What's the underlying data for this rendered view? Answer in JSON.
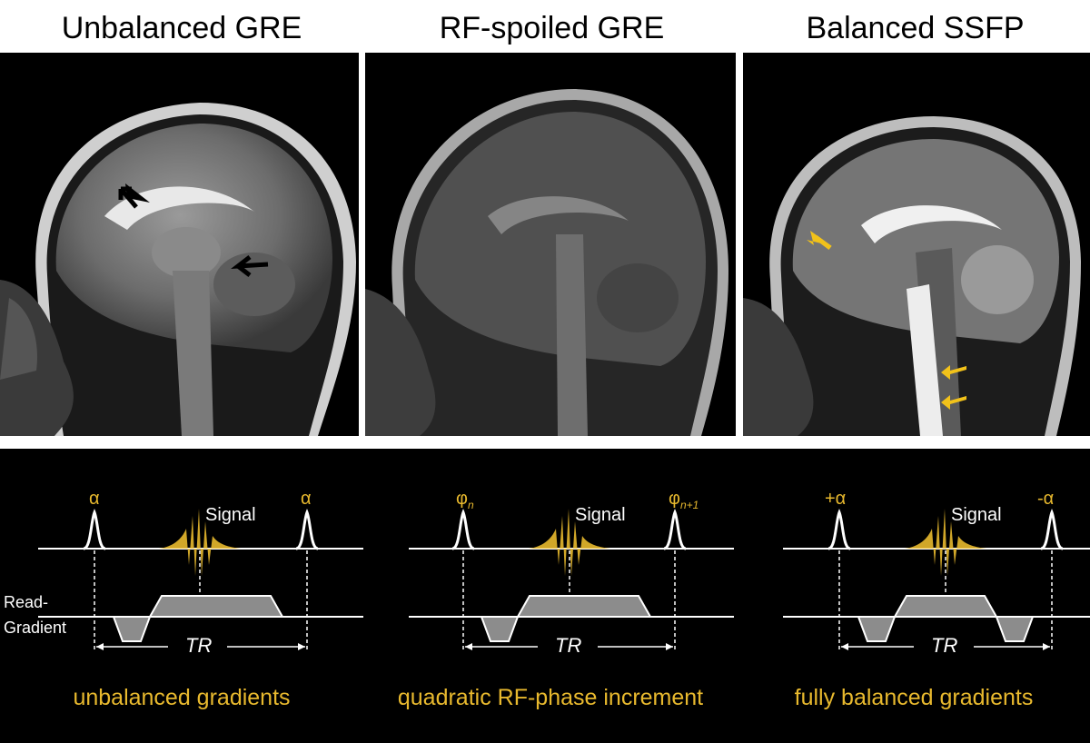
{
  "columns": [
    {
      "title": "Unbalanced GRE",
      "caption": "unbalanced gradients",
      "pulse_left": "α",
      "pulse_right": "α",
      "signal": "Signal",
      "tr": "TR"
    },
    {
      "title": "RF-spoiled GRE",
      "caption": "quadratic RF-phase increment",
      "pulse_left": "φ",
      "pulse_left_sub": "n",
      "pulse_right": "φ",
      "pulse_right_sub": "n+1",
      "signal": "Signal",
      "tr": "TR"
    },
    {
      "title": "Balanced SSFP",
      "caption": "fully balanced gradients",
      "pulse_left": "+α",
      "pulse_right": "-α",
      "signal": "Signal",
      "tr": "TR"
    }
  ],
  "gradient_label_1": "Read-",
  "gradient_label_2": "Gradient",
  "colors": {
    "accent": "#e8b92e",
    "arrow_black": "#000000",
    "arrow_yellow": "#f2c21a",
    "panel_bg": "#000000",
    "gradient_fill": "#8c8c8c"
  }
}
